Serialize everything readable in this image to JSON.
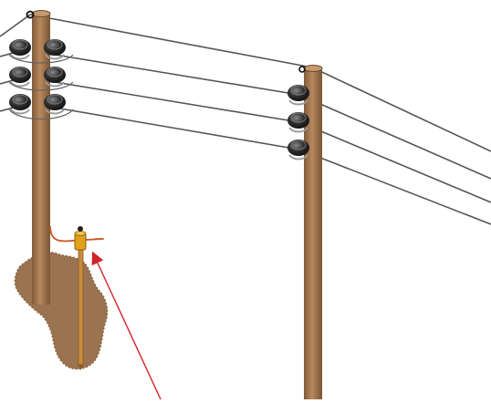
{
  "diagram": {
    "components": [
      {
        "kind": "pole",
        "count": 2
      },
      {
        "kind": "insulator",
        "count": 9
      },
      {
        "kind": "overhead-wire",
        "count": 4
      },
      {
        "kind": "ground-rod",
        "count": 1
      },
      {
        "kind": "ground-clamp",
        "count": 1
      },
      {
        "kind": "ground-lead-wire",
        "count": 1
      },
      {
        "kind": "soil-patch",
        "count": 1
      },
      {
        "kind": "pointer-arrow",
        "count": 1
      }
    ],
    "colors": {
      "pole": "#a87c55",
      "pole_shadow": "#7f5a3a",
      "wire": "#555555",
      "insulator": "#1f1f1f",
      "insulator_highlight": "#9a9a9a",
      "soil": "#9a7350",
      "clamp": "#e0a21a",
      "ground_lead": "#c8561e",
      "arrow": "#d2232a"
    }
  }
}
